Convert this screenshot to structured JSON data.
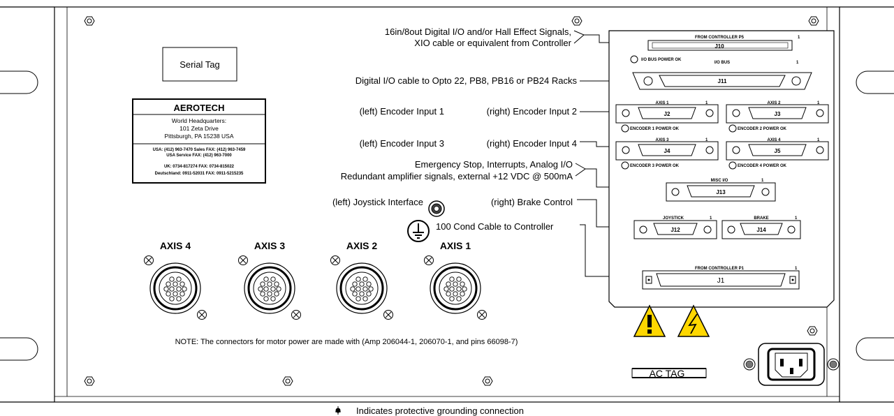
{
  "serial_tag": "Serial Tag",
  "company": {
    "name": "AEROTECH",
    "hq_title": "World Headquarters:",
    "address_line1": "101 Zeta Drive",
    "address_line2": "Pittsburgh, PA 15238 USA",
    "usa_line1": "USA: (412) 963-7470 Sales FAX: (412) 963-7459",
    "usa_line2": "USA Service FAX: (412) 963-7000",
    "uk_line": "UK: 0734-817274 FAX: 0734-815022",
    "de_line": "Deutschland: 0911-52031 FAX: 0911-5215235"
  },
  "callouts": {
    "digital_io_line1": "16in/8out Digital I/O and/or Hall Effect Signals,",
    "digital_io_line2": "XIO cable or equivalent from Controller",
    "opto": "Digital I/O cable to Opto 22, PB8, PB16 or PB24 Racks",
    "enc1": "(left) Encoder Input 1",
    "enc2": "(right) Encoder Input 2",
    "enc3": "(left) Encoder Input 3",
    "enc4": "(right) Encoder Input 4",
    "estop": "Emergency Stop, Interrupts, Analog I/O",
    "redundant": "Redundant amplifier signals, external +12 VDC @ 500mA",
    "joystick": "(left) Joystick Interface",
    "brake": "(right) Brake Control",
    "cable100": "100 Cond Cable to Controller"
  },
  "connectors": {
    "j10_header": "FROM CONTROLLER P5",
    "j10": "J10",
    "io_bus_power": "I/O BUS POWER OK",
    "io_bus": "I/O BUS",
    "j11": "J11",
    "axis1_lbl": "AXIS 1",
    "axis2_lbl": "AXIS 2",
    "axis3_lbl": "AXIS 3",
    "axis4_lbl": "AXIS 4",
    "j2": "J2",
    "j3": "J3",
    "j4": "J4",
    "j5": "J5",
    "enc1_ok": "ENCODER 1 POWER OK",
    "enc2_ok": "ENCODER 2 POWER OK",
    "enc3_ok": "ENCODER 3 POWER OK",
    "enc4_ok": "ENCODER 4 POWER OK",
    "misc_io": "MISC I/O",
    "j13": "J13",
    "joystick_lbl": "JOYSTICK",
    "brake_lbl": "BRAKE",
    "j12": "J12",
    "j14": "J14",
    "j1_header": "FROM CONTROLLER P1",
    "j1": "J1",
    "pin1": "1"
  },
  "motor_axes": [
    "AXIS 4",
    "AXIS 3",
    "AXIS 2",
    "AXIS 1"
  ],
  "note": "NOTE: The connectors for motor power are made with (Amp 206044-1, 206070-1, and pins 66098-7)",
  "ac_tag": "AC TAG",
  "legend": "Indicates protective grounding connection",
  "colors": {
    "warning_yellow": "#FFD700",
    "line": "#000000"
  }
}
